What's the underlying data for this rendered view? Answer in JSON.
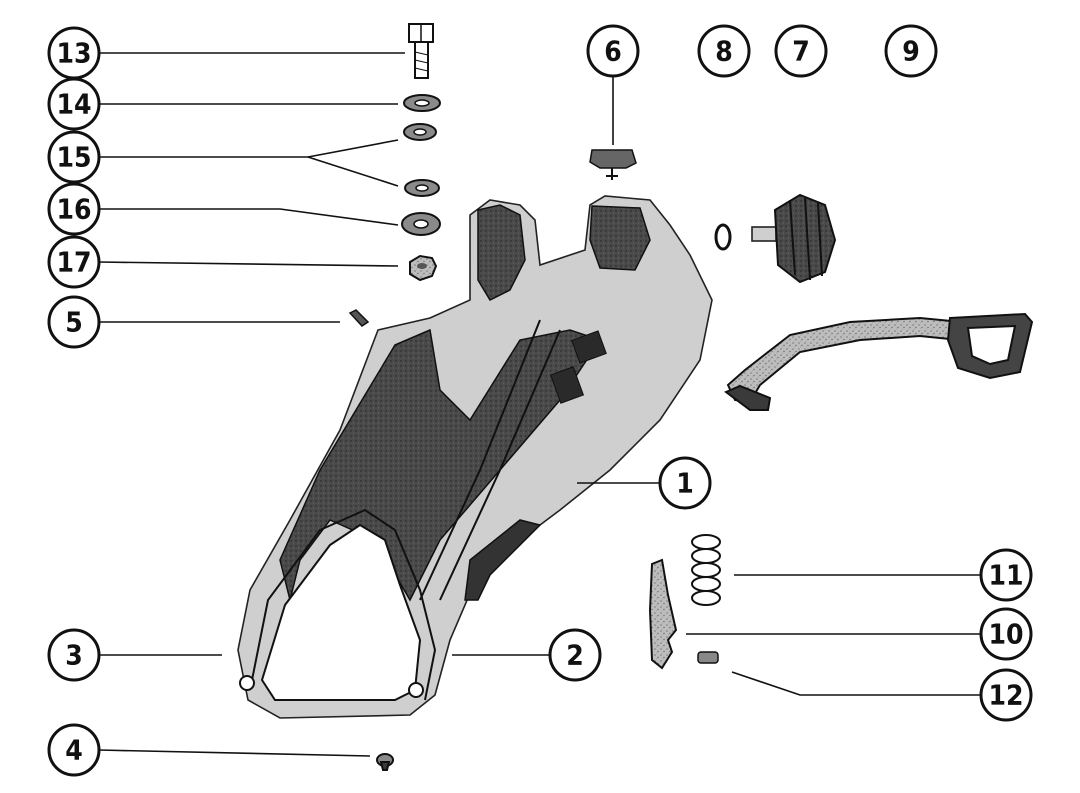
{
  "diagram": {
    "callouts": [
      {
        "id": "c13",
        "label": "13"
      },
      {
        "id": "c14",
        "label": "14"
      },
      {
        "id": "c15",
        "label": "15"
      },
      {
        "id": "c16",
        "label": "16"
      },
      {
        "id": "c17",
        "label": "17"
      },
      {
        "id": "c5",
        "label": "5"
      },
      {
        "id": "c6",
        "label": "6"
      },
      {
        "id": "c8",
        "label": "8"
      },
      {
        "id": "c7",
        "label": "7"
      },
      {
        "id": "c9",
        "label": "9"
      },
      {
        "id": "c1",
        "label": "1"
      },
      {
        "id": "c11",
        "label": "11"
      },
      {
        "id": "c10",
        "label": "10"
      },
      {
        "id": "c12",
        "label": "12"
      },
      {
        "id": "c3",
        "label": "3"
      },
      {
        "id": "c2",
        "label": "2"
      },
      {
        "id": "c4",
        "label": "4"
      }
    ]
  }
}
